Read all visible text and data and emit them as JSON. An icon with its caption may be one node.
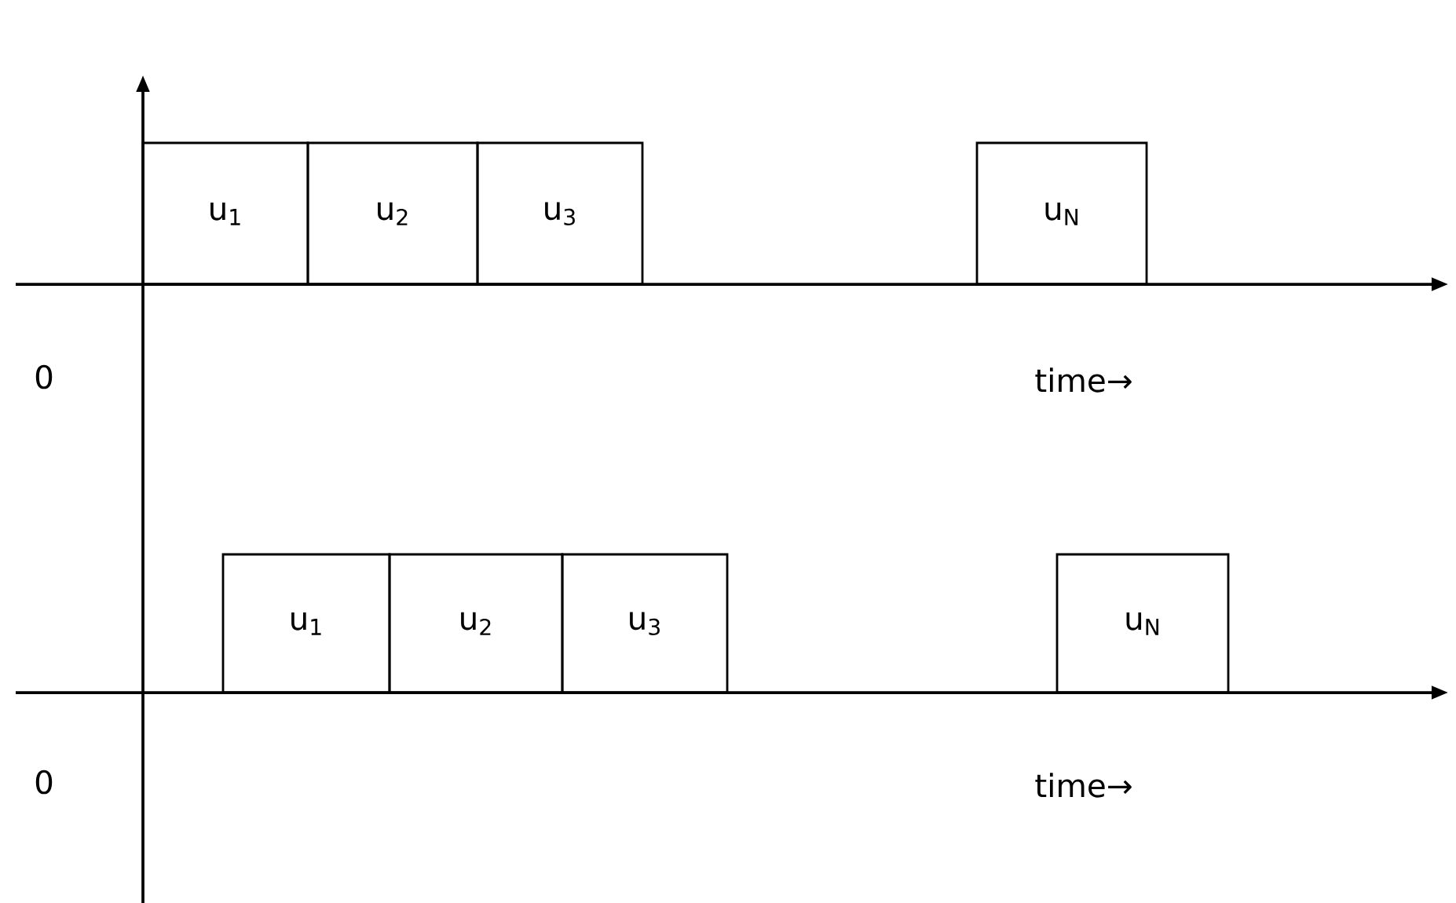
{
  "diagram": {
    "nodes": [
      {
        "text": [
          "u$_{1}$"
        ]
      },
      {
        "text": [
          "u$_{2}$"
        ]
      },
      {
        "text": [
          "u$_{3}$"
        ]
      },
      {
        "text": [
          "u$_{N}$"
        ]
      },
      {
        "text": [
          "u$_{1}$"
        ]
      },
      {
        "text": [
          "u$_{2}$"
        ]
      },
      {
        "text": [
          "u$_{3}$"
        ]
      },
      {
        "text": [
          "u$_{N}$"
        ]
      }
    ],
    "labels": [
      "0",
      "time→",
      "0",
      "time→"
    ]
  }
}
